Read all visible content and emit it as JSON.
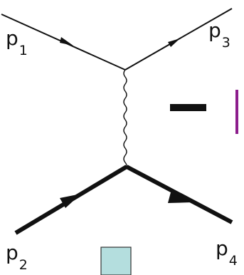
{
  "labels": {
    "p1": {
      "main": "p",
      "sub": "1"
    },
    "p2": {
      "main": "p",
      "sub": "2"
    },
    "p3": {
      "main": "p",
      "sub": "3"
    },
    "p4": {
      "main": "p",
      "sub": "4"
    }
  },
  "colors": {
    "line": "#111111",
    "purple_bar": "#8c1d8c",
    "square_fill": "#b4dede",
    "square_stroke": "#333333"
  }
}
